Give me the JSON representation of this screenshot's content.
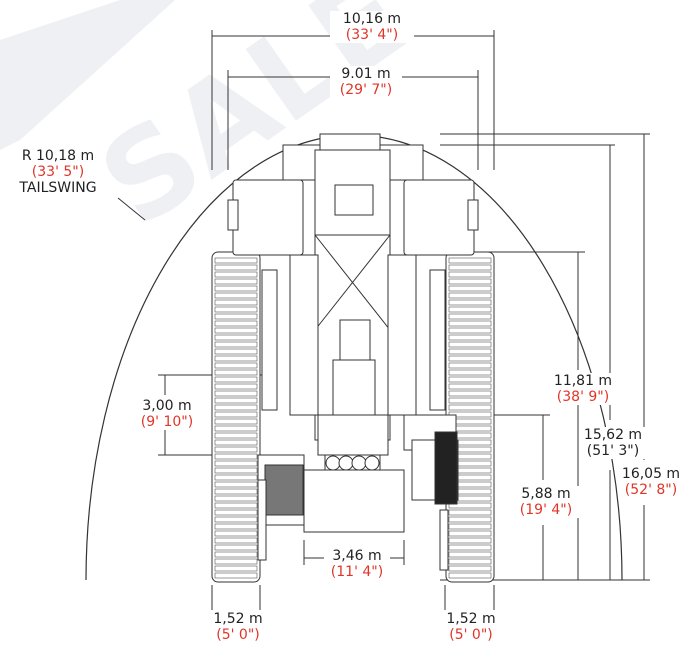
{
  "watermark": "SALE &",
  "colors": {
    "metric": "#222222",
    "imperial": "#e0362a",
    "line": "#333333",
    "watermark": "#eef0f3"
  },
  "dimensions": {
    "overall_width": {
      "metric": "10,16 m",
      "imperial": "(33' 4\")"
    },
    "crawler_width": {
      "metric": "9.01 m",
      "imperial": "(29' 7\")"
    },
    "tailswing": {
      "metric": "R 10,18 m",
      "imperial": "(33' 5\")",
      "label": "TAILSWING"
    },
    "height_11": {
      "metric": "11,81 m",
      "imperial": "(38' 9\")"
    },
    "height_15": {
      "metric": "15,62 m",
      "imperial": "(51' 3\")"
    },
    "height_16": {
      "metric": "16,05 m",
      "imperial": "(52' 8\")"
    },
    "height_5": {
      "metric": "5,88 m",
      "imperial": "(19' 4\")"
    },
    "track_offset": {
      "metric": "3,00 m",
      "imperial": "(9' 10\")"
    },
    "ballast_width": {
      "metric": "3,46 m",
      "imperial": "(11' 4\")"
    },
    "track_left": {
      "metric": "1,52 m",
      "imperial": "(5' 0\")"
    },
    "track_right": {
      "metric": "1,52 m",
      "imperial": "(5' 0\")"
    }
  }
}
